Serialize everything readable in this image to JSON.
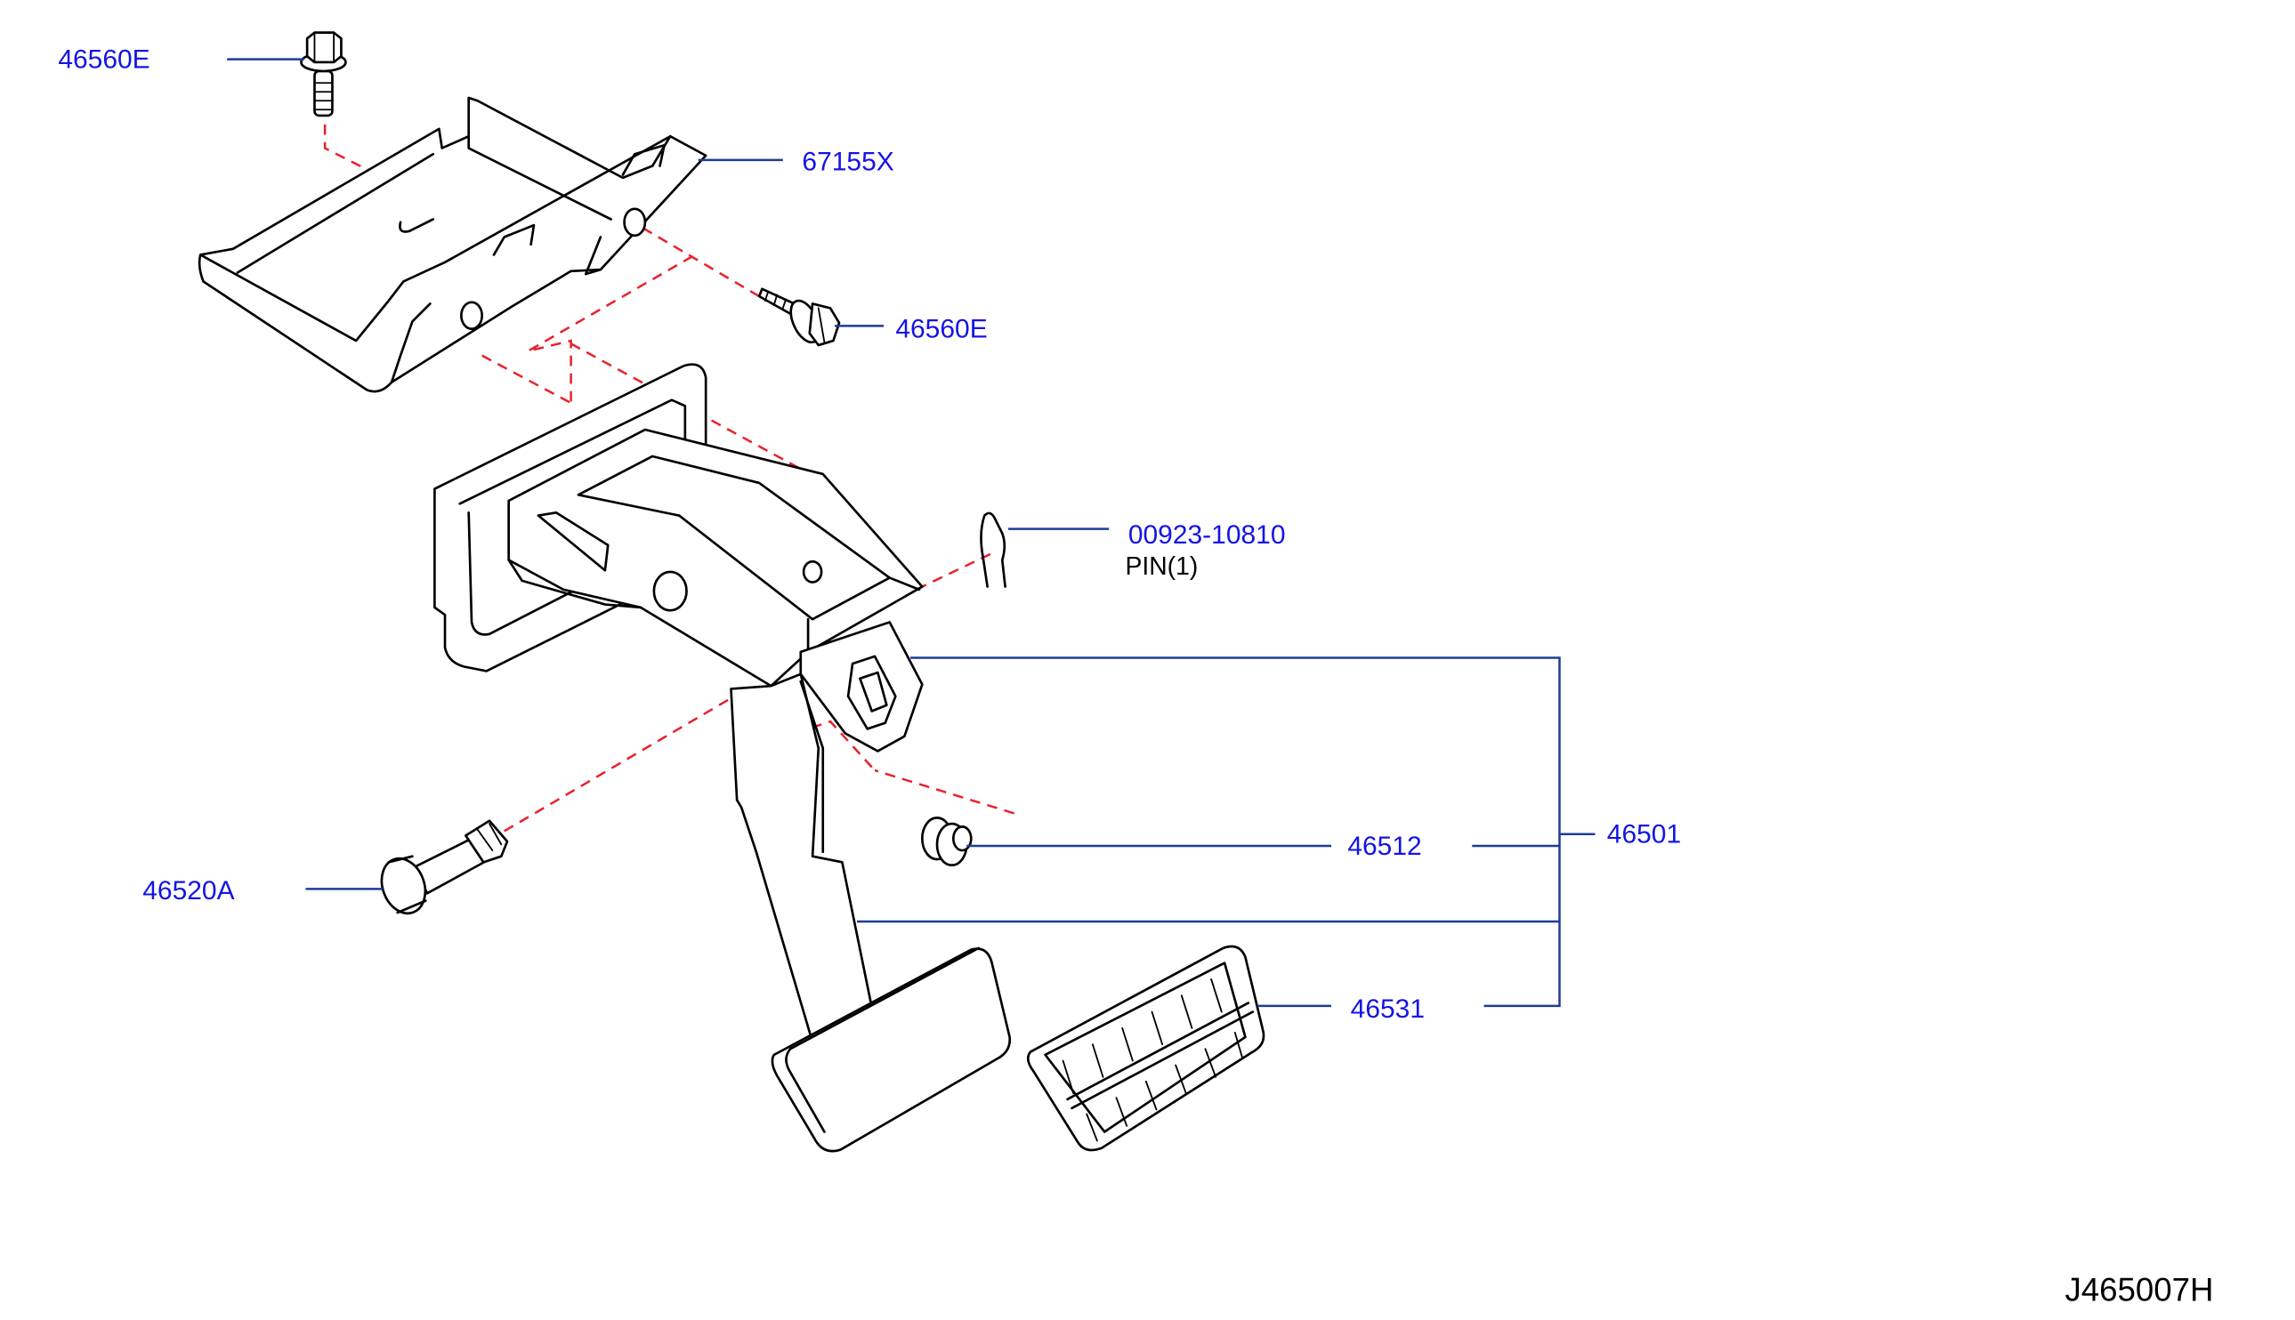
{
  "callouts": {
    "bolt_top": "46560E",
    "bracket": "67155X",
    "bolt_right": "46560E",
    "pin": "00923-10810",
    "pin_note": "PIN(1)",
    "pedal_assembly": "46501",
    "bushing": "46512",
    "stopper": "46520A",
    "pad": "46531"
  },
  "figure_code": "J465007H",
  "colors": {
    "label_text": "#1414e6",
    "leader_line": "#1e3c96",
    "hidden_line": "#e8212a",
    "drawing": "#000000"
  }
}
